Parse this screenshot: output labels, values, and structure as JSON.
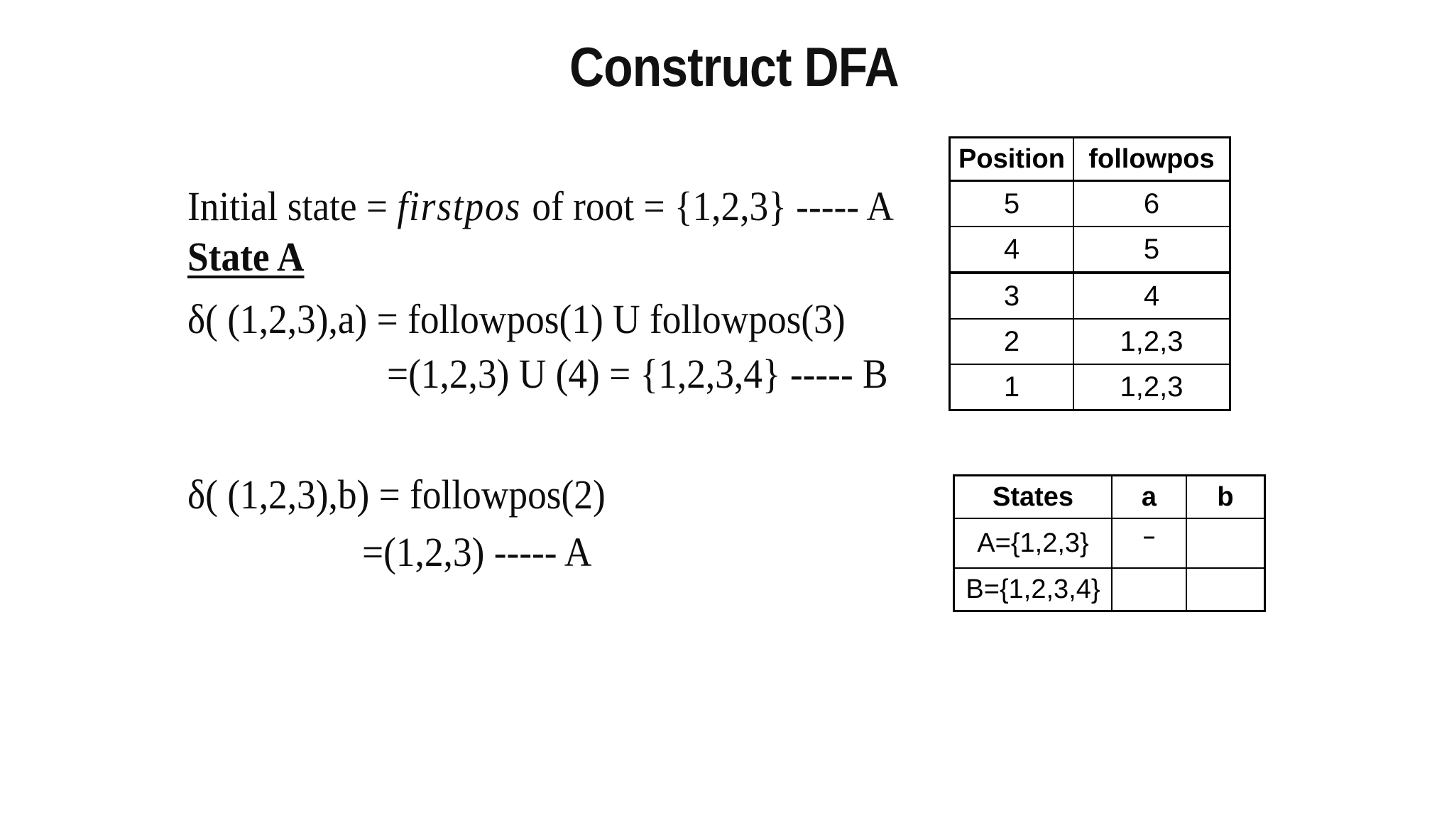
{
  "slide": {
    "title": "Construct DFA"
  },
  "content": {
    "line1_prefix": "Initial state = ",
    "line1_italic": "firstpos",
    "line1_suffix": " of root = {1,2,3} ----- A",
    "state_heading": "State A",
    "delta_a": "δ( (1,2,3),a) = followpos(1) U followpos(3)",
    "delta_a_result": "=(1,2,3) U (4) = {1,2,3,4} ----- B",
    "delta_b": "δ( (1,2,3),b) = followpos(2)",
    "delta_b_result": "=(1,2,3) ----- A"
  },
  "followpos_table": {
    "headers": [
      "Position",
      "followpos"
    ],
    "rows": [
      [
        "5",
        "6"
      ],
      [
        "4",
        "5"
      ],
      [
        "3",
        "4"
      ],
      [
        "2",
        "1,2,3"
      ],
      [
        "1",
        "1,2,3"
      ]
    ]
  },
  "transition_table": {
    "headers": [
      "States",
      "a",
      "b"
    ],
    "rows": [
      {
        "state": "A={1,2,3}",
        "a": "–",
        "b": ""
      },
      {
        "state": "B={1,2,3,4}",
        "a": "",
        "b": ""
      }
    ]
  },
  "colors": {
    "background": "#ffffff",
    "text": "#0d0d0d",
    "table_border": "#000000"
  }
}
